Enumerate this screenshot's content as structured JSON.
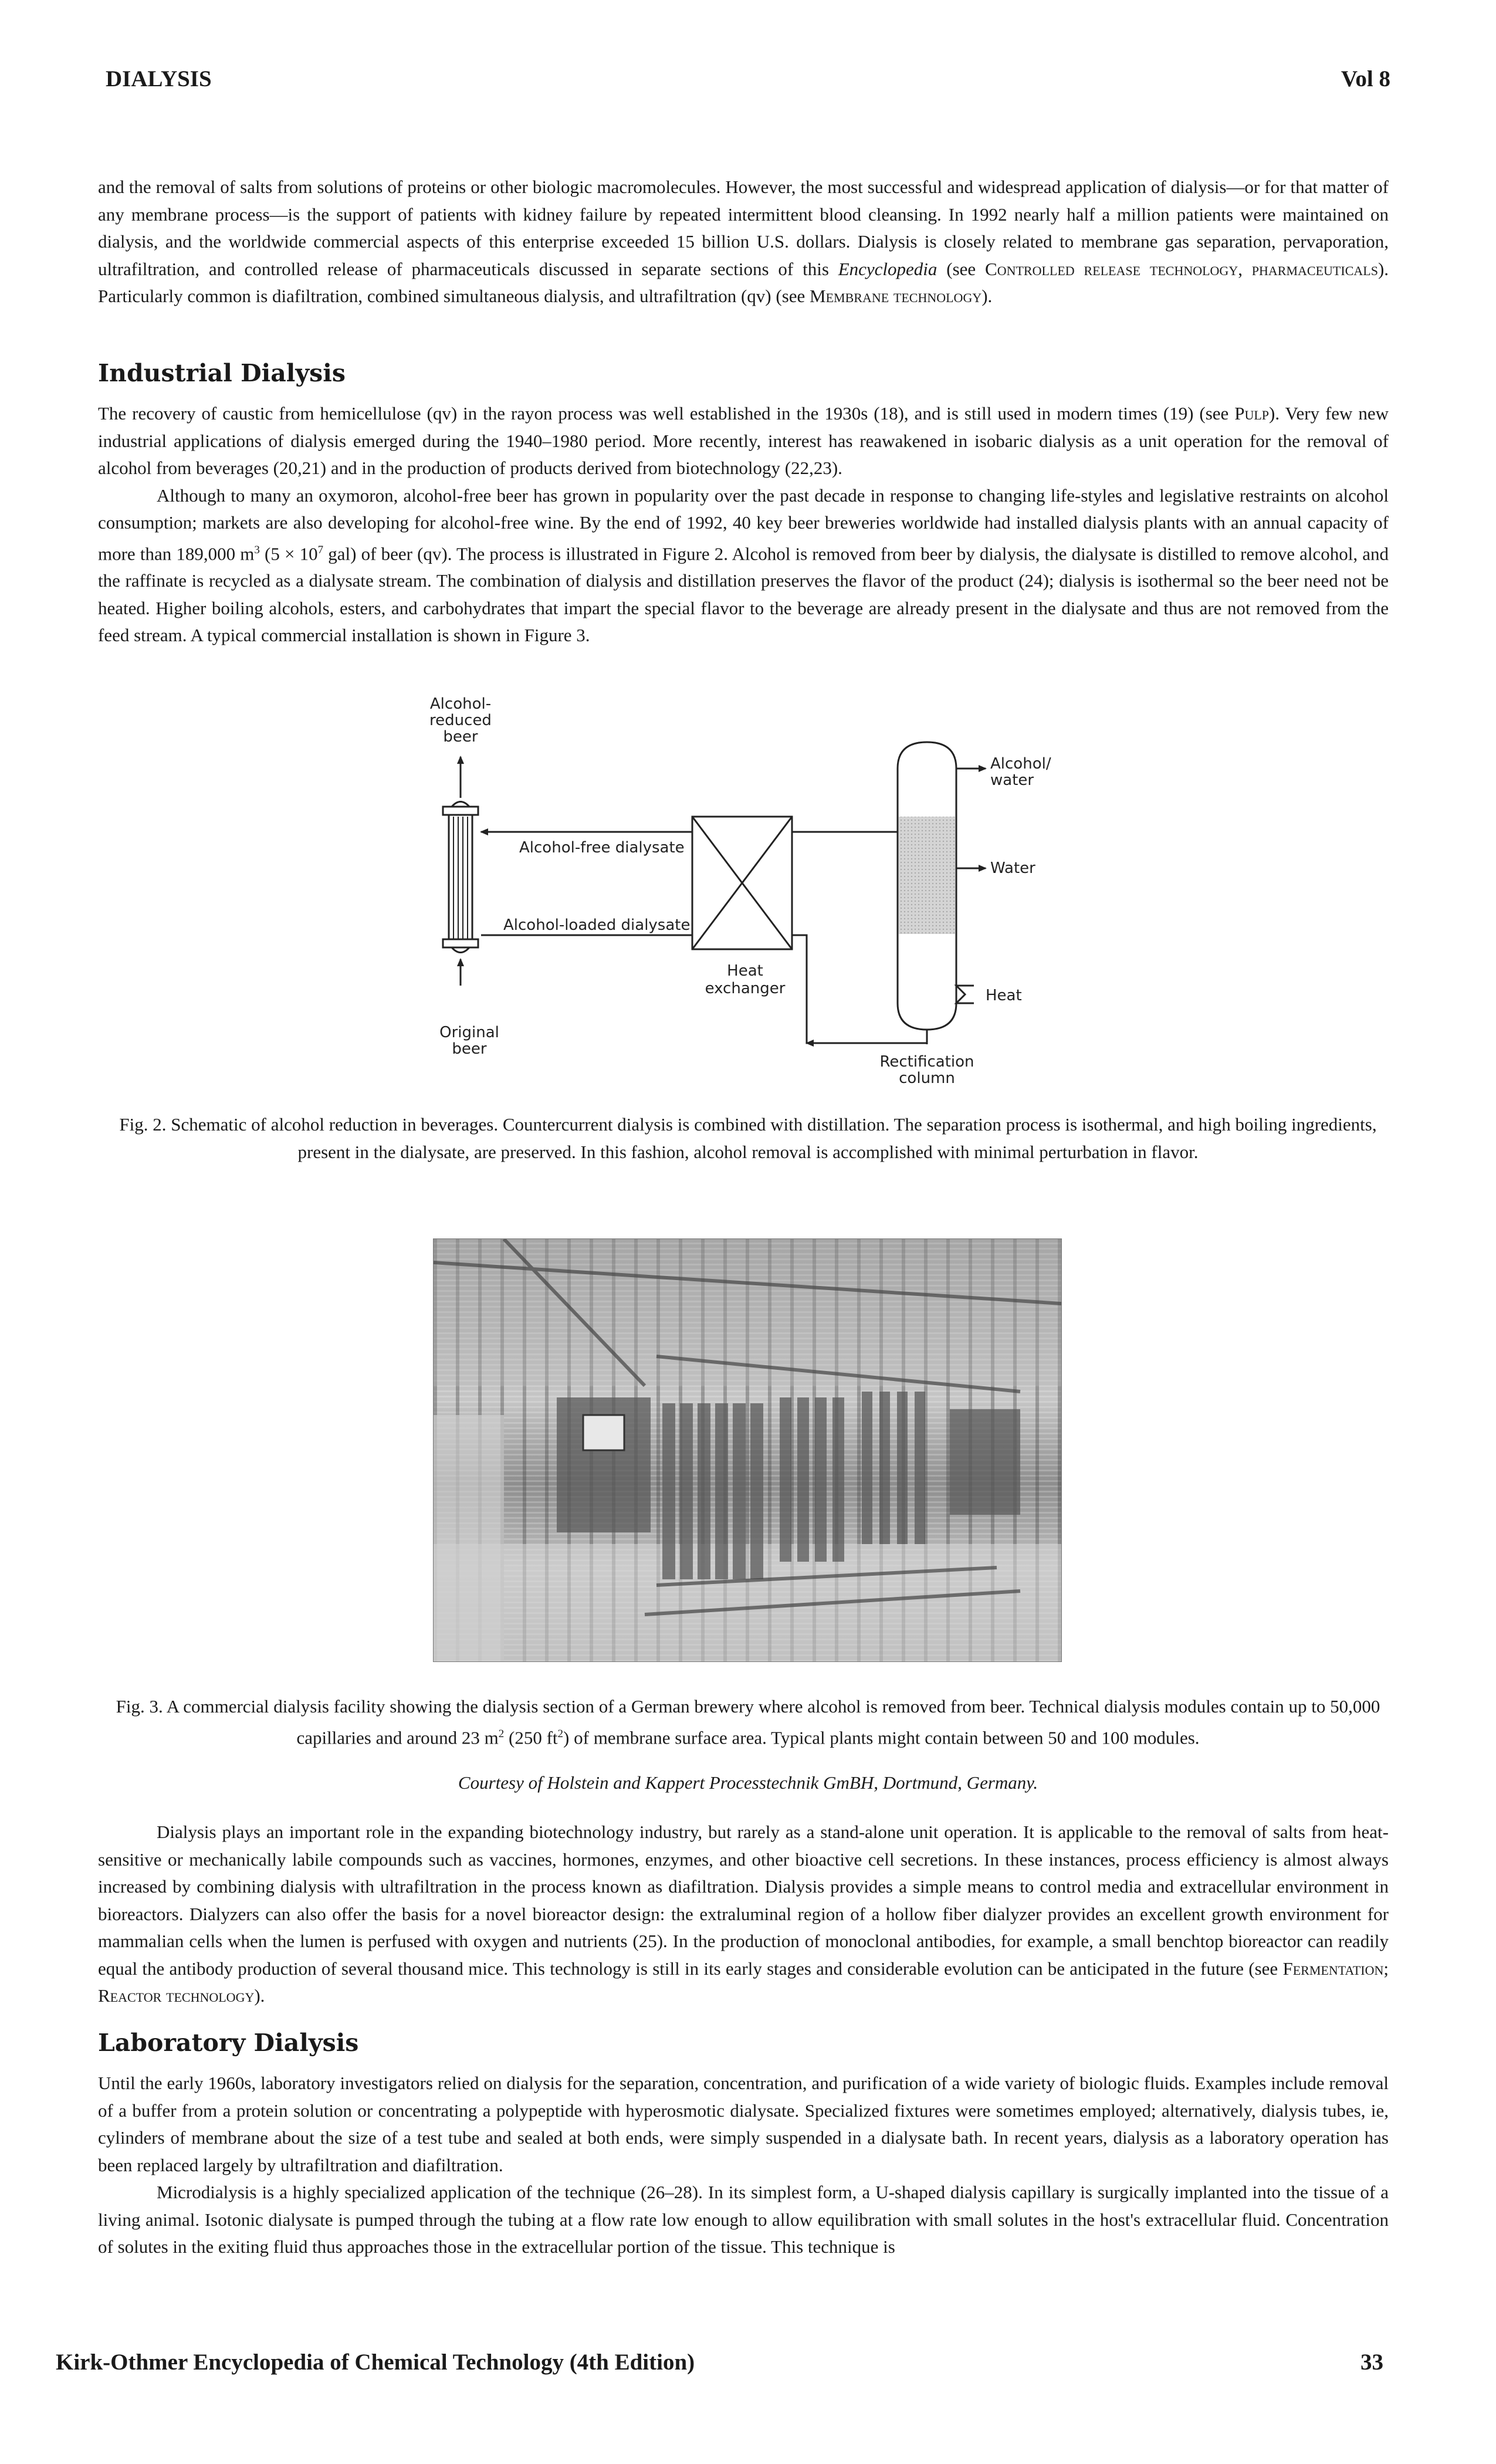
{
  "header": {
    "left": "DIALYSIS",
    "right": "Vol 8"
  },
  "footer": {
    "left": "Kirk-Othmer Encyclopedia of Chemical Technology (4th Edition)",
    "right": "33"
  },
  "intro": {
    "text_a": "and the removal of salts from solutions of proteins or other biologic macromolecules. However, the most successful and widespread application of dialysis—or for that matter of any membrane process—is the support of patients with kidney failure by repeated intermittent blood cleansing. In 1992 nearly half a million patients were maintained on dialysis, and the worldwide commercial aspects of this enterprise exceeded 15 billion U.S. dollars. Dialysis is closely related to membrane gas separation, pervaporation, ultrafiltration, and controlled release of pharmaceuticals discussed in separate sections of this ",
    "encyclopedia": "Encyclopedia",
    "text_b": " (see ",
    "ref1": "Controlled release technology, pharmaceuticals",
    "text_c": "). Particularly common is diafiltration, combined simultaneous dialysis, and ultrafiltration (qv) (see ",
    "ref2": "Membrane technology",
    "text_d": ")."
  },
  "section_industrial": {
    "heading": "Industrial Dialysis",
    "p1_a": "The recovery of caustic from hemicellulose (qv) in the rayon process was well established in the 1930s (18), and is still used in modern times (19) (see ",
    "p1_ref": "Pulp",
    "p1_b": "). Very few new industrial applications of dialysis emerged during the 1940–1980 period. More recently, interest has reawakened in isobaric dialysis as a unit operation for the removal of alcohol from beverages (20,21) and in the production of products derived from biotechnology (22,23).",
    "p2_a": "Although to many an oxymoron, alcohol-free beer has grown in popularity over the past decade in response to changing life-styles and legislative restraints on alcohol consumption; markets are also developing for alcohol-free wine. By the end of 1992, 40 key beer breweries worldwide had installed dialysis plants with an annual capacity of more than 189,000 m",
    "p2_sup1": "3",
    "p2_b": " (5 × 10",
    "p2_sup2": "7",
    "p2_c": " gal) of beer (qv). The process is illustrated in Figure 2. Alcohol is removed from beer by dialysis, the dialysate is distilled to remove alcohol, and the raffinate is recycled as a dialysate stream. The combination of dialysis and distillation preserves the flavor of the product (24); dialysis is isothermal so the beer need not be heated. Higher boiling alcohols, esters, and carbohydrates that impart the special flavor to the beverage are already present in the dialysate and thus are not removed from the feed stream. A typical commercial installation is shown in Figure 3."
  },
  "figure2": {
    "labels": {
      "alcohol_reduced_1": "Alcohol-",
      "alcohol_reduced_2": "reduced",
      "alcohol_reduced_3": "beer",
      "alcohol_free_dialysate": "Alcohol-free dialysate",
      "alcohol_loaded_dialysate": "Alcohol-loaded dialysate",
      "heat_exchanger_1": "Heat",
      "heat_exchanger_2": "exchanger",
      "original_beer_1": "Original",
      "original_beer_2": "beer",
      "alcohol_water_1": "Alcohol/",
      "alcohol_water_2": "water",
      "water": "Water",
      "heat": "Heat",
      "rectification_1": "Rectification",
      "rectification_2": "column"
    },
    "caption": "Fig. 2. Schematic of alcohol reduction in beverages. Countercurrent dialysis is combined with distillation. The separation process is isothermal, and high boiling ingredients, present in the dialysate, are preserved. In this fashion, alcohol removal is accomplished with minimal perturbation in flavor."
  },
  "figure3": {
    "caption_a": "Fig. 3. A commercial dialysis facility showing the dialysis section of a German brewery where alcohol is removed from beer. Technical dialysis modules contain up to 50,000 capillaries and around 23 m",
    "caption_sup1": "2",
    "caption_b": " (250 ft",
    "caption_sup2": "2",
    "caption_c": ") of membrane surface area. Typical plants might contain between 50 and 100 modules.",
    "courtesy": "Courtesy of Holstein and Kappert Processtechnik GmBH, Dortmund, Germany."
  },
  "biotech": {
    "p_a": "Dialysis plays an important role in the expanding biotechnology industry, but rarely as a stand-alone unit operation. It is applicable to the removal of salts from heat-sensitive or mechanically labile compounds such as vaccines, hormones, enzymes, and other bioactive cell secretions. In these instances, process efficiency is almost always increased by combining dialysis with ultrafiltration in the process known as diafiltration. Dialysis provides a simple means to control media and extracellular environment in bioreactors. Dialyzers can also offer the basis for a novel bioreactor design: the extraluminal region of a hollow fiber dialyzer provides an excellent growth environment for mammalian cells when the lumen is perfused with oxygen and nutrients (25). In the production of monoclonal antibodies, for example, a small benchtop bioreactor can readily equal the antibody production of several thousand mice. This technology is still in its early stages and considerable evolution can be anticipated in the future (see ",
    "ref": "Fermentation; Reactor technology",
    "p_b": ")."
  },
  "section_lab": {
    "heading": "Laboratory Dialysis",
    "p1": "Until the early 1960s, laboratory investigators relied on dialysis for the separation, concentration, and purification of a wide variety of biologic fluids. Examples include removal of a buffer from a protein solution or concentrating a polypeptide with hyperosmotic dialysate. Specialized fixtures were sometimes employed; alternatively, dialysis tubes, ie, cylinders of membrane about the size of a test tube and sealed at both ends, were simply suspended in a dialysate bath. In recent years, dialysis as a laboratory operation has been replaced largely by ultrafiltration and diafiltration.",
    "p2": "Microdialysis is a highly specialized application of the technique (26–28). In its simplest form, a U-shaped dialysis capillary is surgically implanted into the tissue of a living animal. Isotonic dialysate is pumped through the tubing at a flow rate low enough to allow equilibration with small solutes in the host's extracellular fluid. Concentration of solutes in the exiting fluid thus approaches those in the extracellular portion of the tissue. This technique is"
  }
}
